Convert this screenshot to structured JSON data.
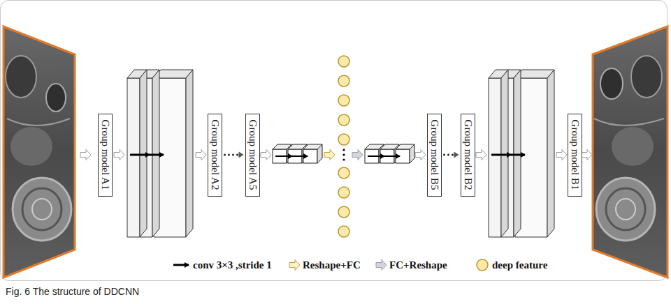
{
  "diagram": {
    "caption": "Fig. 6 The structure of DDCNN",
    "nodes": [
      {
        "text": [
          "Group model A1"
        ]
      },
      {
        "text": [
          "Group model A2"
        ]
      },
      {
        "text": [
          "Group model A5"
        ]
      },
      {
        "text": [
          "Group model B5"
        ]
      },
      {
        "text": [
          "Group model B2"
        ]
      },
      {
        "text": [
          "Group model B1"
        ]
      }
    ],
    "edges": [
      {
        "from": 1,
        "to": 2,
        "arrow": "to"
      },
      {
        "from": 3,
        "to": 4,
        "arrow": "to"
      }
    ],
    "legend": [
      {
        "text": "conv 3×3 ,stride 1"
      },
      {
        "text": "Reshape+FC"
      },
      {
        "text": "FC+Reshape"
      },
      {
        "text": "deep feature"
      }
    ]
  }
}
